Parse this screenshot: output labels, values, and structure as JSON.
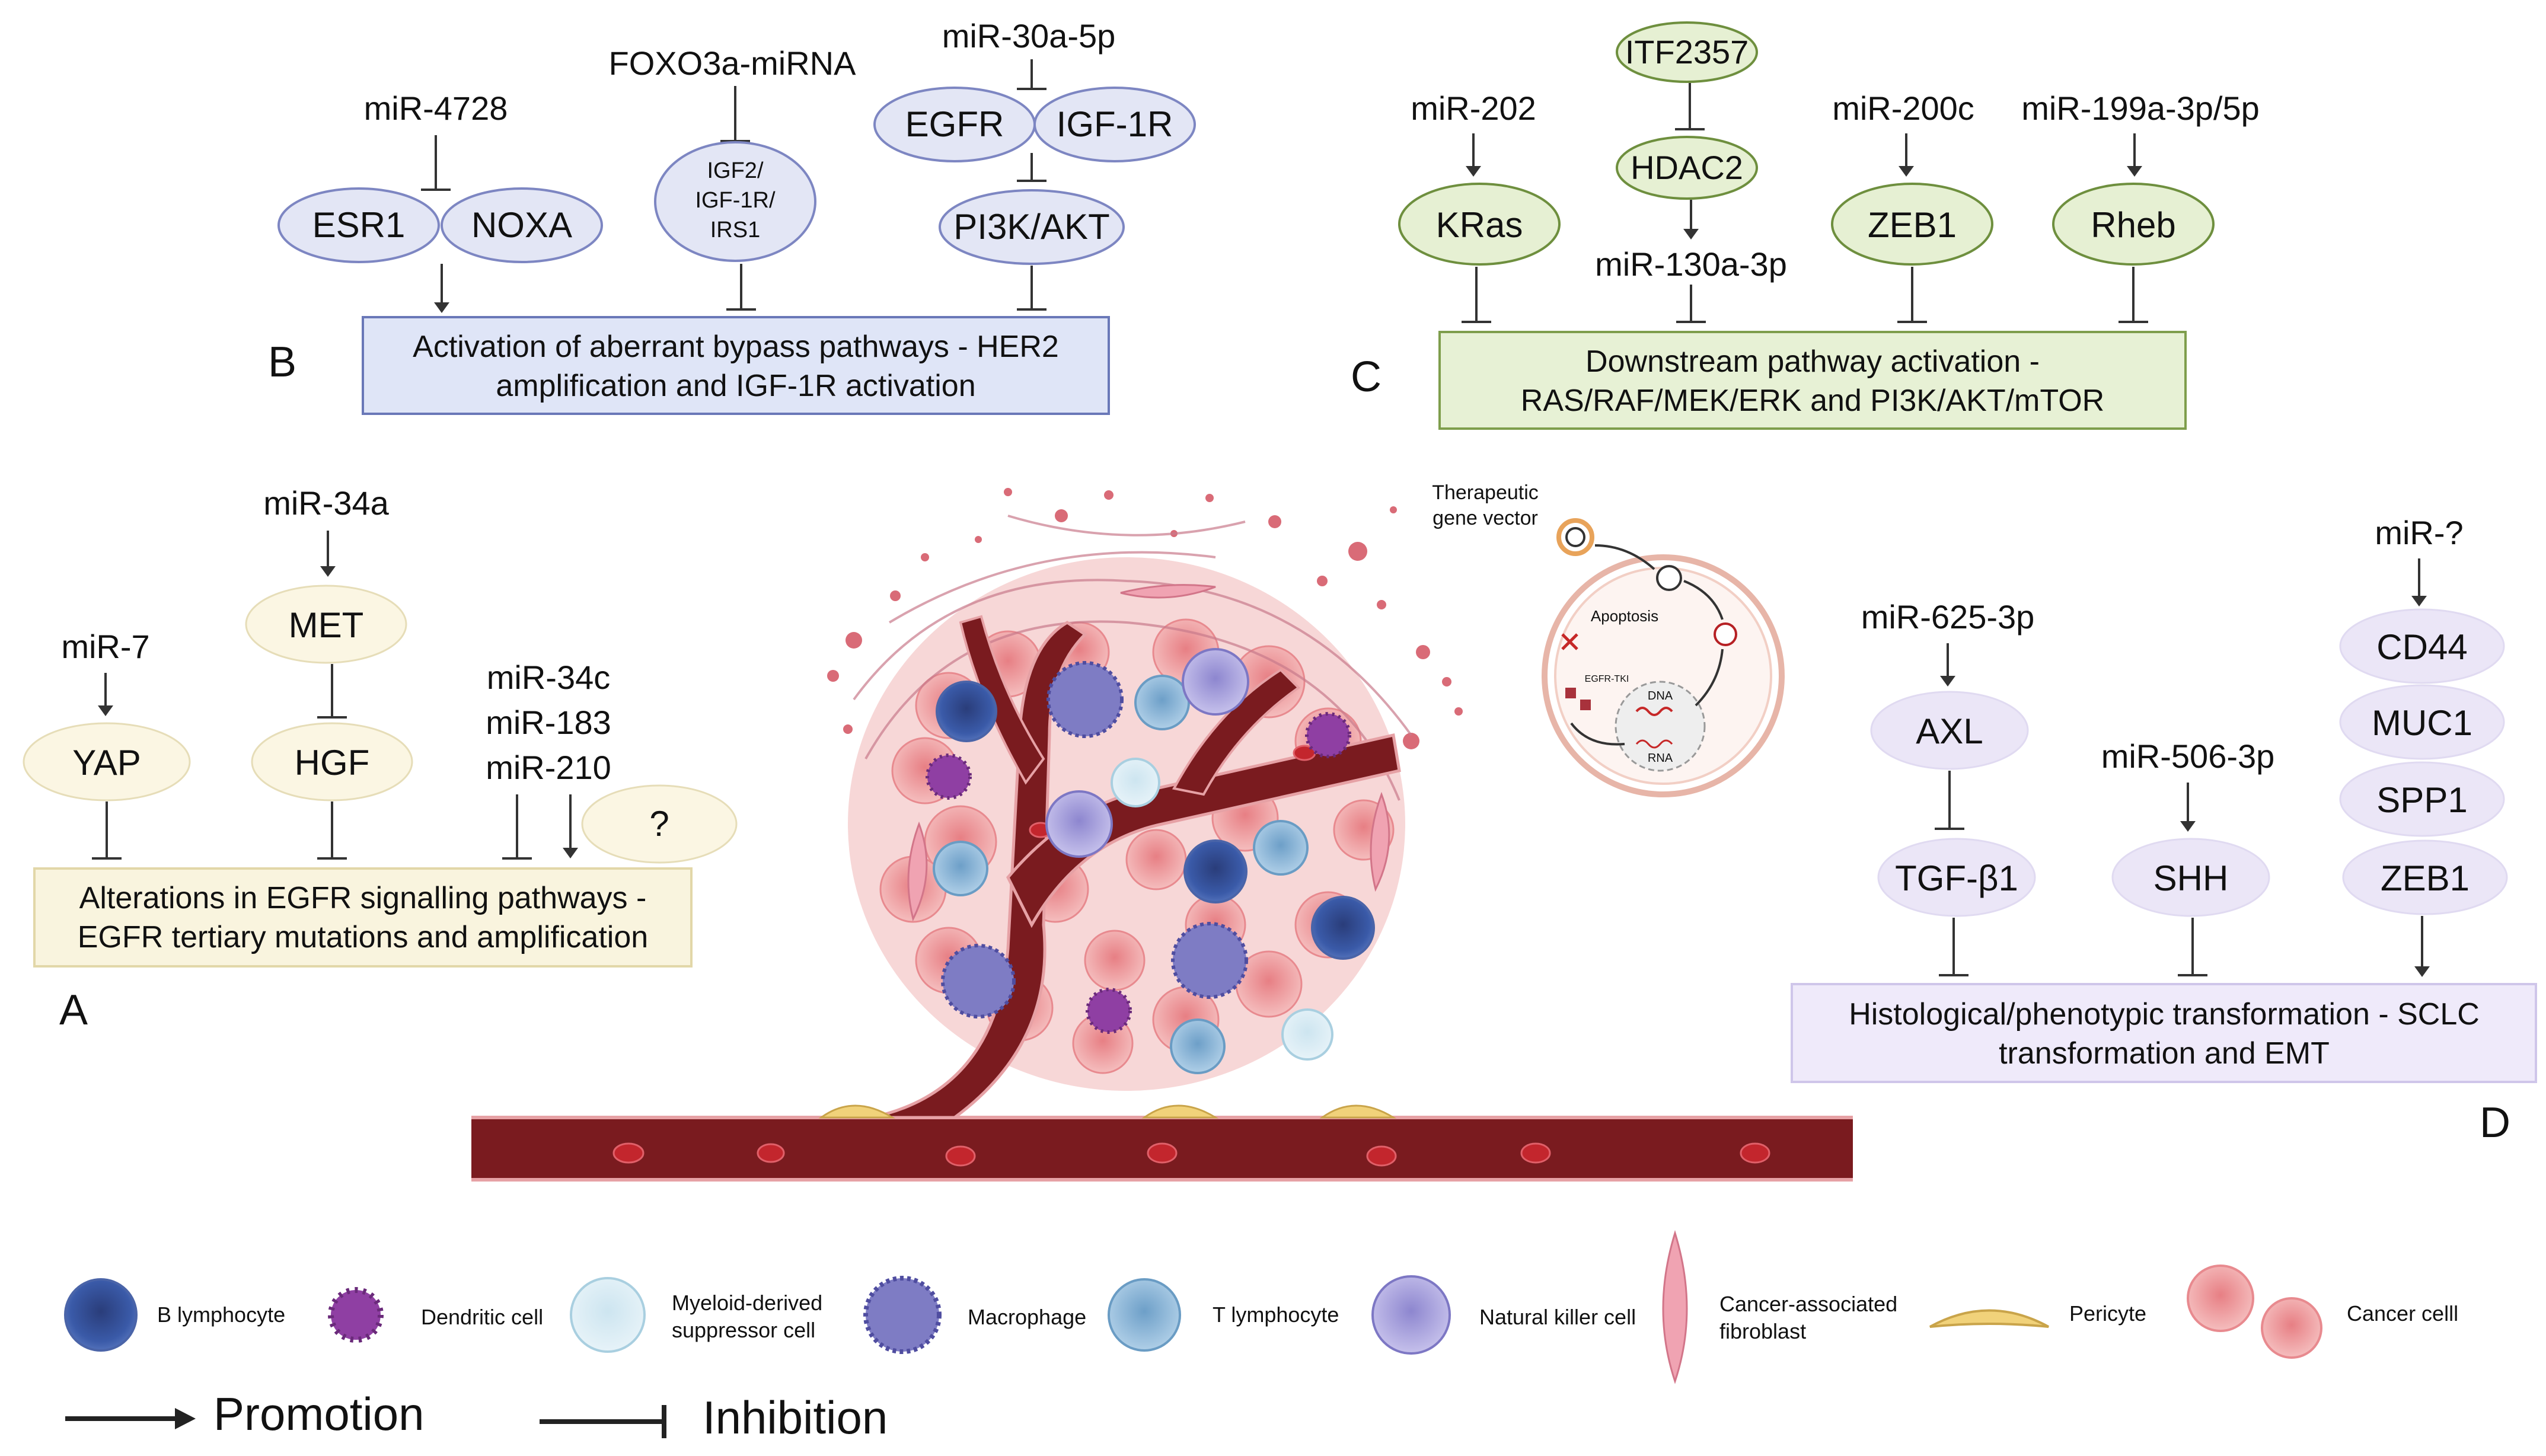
{
  "panel_letters": {
    "a": "A",
    "b": "B",
    "c": "C",
    "d": "D"
  },
  "panel_b": {
    "mirnas": [
      "miR-4728",
      "FOXO3a-miRNA",
      "miR-30a-5p"
    ],
    "nodes": [
      "ESR1",
      "NOXA",
      "IGF2/",
      "IGF-1R/",
      "IRS1",
      "EGFR",
      "IGF-1R",
      "PI3K/AKT"
    ],
    "box": [
      "Activation of aberrant bypass pathways - HER2",
      "amplification and IGF-1R activation"
    ]
  },
  "panel_c": {
    "mirnas": [
      "miR-202",
      "ITF2357",
      "HDAC2",
      "miR-130a-3p",
      "miR-200c",
      "miR-199a-3p/5p"
    ],
    "nodes": [
      "KRas",
      "ZEB1",
      "Rheb"
    ],
    "box": [
      "Downstream pathway activation -",
      "RAS/RAF/MEK/ERK and PI3K/AKT/mTOR"
    ]
  },
  "panel_a": {
    "mirnas": [
      "miR-7",
      "miR-34a",
      "miR-34c",
      "miR-183",
      "miR-210"
    ],
    "nodes": [
      "YAP",
      "MET",
      "HGF",
      "?"
    ],
    "box": [
      "Alterations in EGFR signalling pathways -",
      "EGFR tertiary mutations and amplification"
    ]
  },
  "panel_d": {
    "mirnas": [
      "miR-625-3p",
      "miR-506-3p",
      "miR-?"
    ],
    "nodes": [
      "AXL",
      "TGF-β1",
      "SHH",
      "CD44",
      "MUC1",
      "SPP1",
      "ZEB1"
    ],
    "box": [
      "Histological/phenotypic transformation - SCLC",
      "transformation and EMT"
    ]
  },
  "vector": {
    "title": [
      "Therapeutic",
      "gene vector"
    ],
    "apoptosis": "Apoptosis",
    "tki": "EGFR-TKI",
    "dna": "DNA",
    "rna": "RNA"
  },
  "legend": {
    "items": [
      "B lymphocyte",
      "Dendritic cell",
      "Myeloid-derived",
      "suppressor cell",
      "Macrophage",
      "T lymphocyte",
      "Natural killer cell",
      "Cancer-associated",
      "fibroblast",
      "Pericyte",
      "Cancer celll"
    ],
    "promotion": "Promotion",
    "inhibition": "Inhibition"
  },
  "colors": {
    "blue_node": "#e3e6f5",
    "blue_stroke": "#7d86c2",
    "green_node": "#e6f0d3",
    "green_stroke": "#6e8f3e",
    "cream_node": "#fbf6e3",
    "lavender_node": "#ebe6f7",
    "vessel": "#7a1b1f",
    "cancer": "#f2a7a7"
  }
}
